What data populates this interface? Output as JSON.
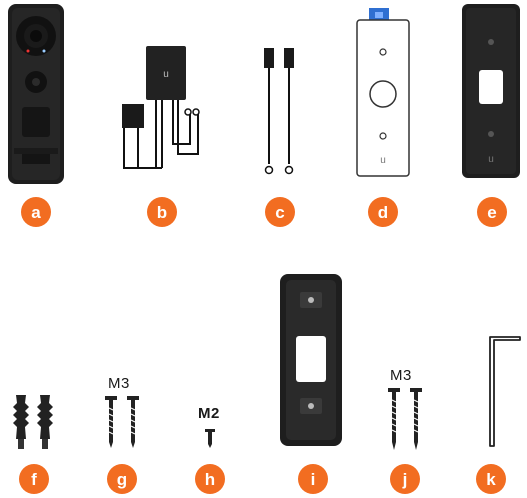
{
  "colors": {
    "accent": "#f26d21",
    "device_dark": "#1e1e1e",
    "plate_light": "#ffffff",
    "outline": "#333333"
  },
  "items": [
    {
      "letter": "a",
      "icon": "doorbell-device-icon"
    },
    {
      "letter": "b",
      "icon": "power-adapter-icon"
    },
    {
      "letter": "c",
      "icon": "extension-wires-icon"
    },
    {
      "letter": "d",
      "icon": "mounting-plate-icon"
    },
    {
      "letter": "e",
      "icon": "angled-mount-icon"
    },
    {
      "letter": "f",
      "icon": "wall-anchors-icon"
    },
    {
      "letter": "g",
      "icon": "screws-m3-icon",
      "size_label": "M3"
    },
    {
      "letter": "h",
      "icon": "screw-m2-icon",
      "size_label": "M2"
    },
    {
      "letter": "i",
      "icon": "backplate-icon"
    },
    {
      "letter": "j",
      "icon": "screws-m3-long-icon",
      "size_label": "M3"
    },
    {
      "letter": "k",
      "icon": "hex-key-icon"
    }
  ]
}
